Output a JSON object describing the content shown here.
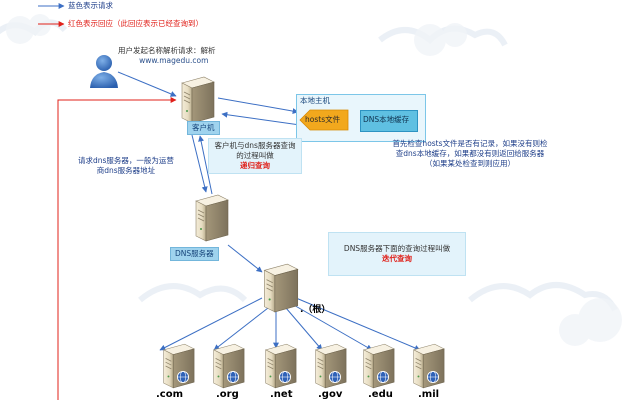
{
  "legend": {
    "blue_text": "蓝色表示请求",
    "red_text": "红色表示回应（此回应表示已经查询到）",
    "blue_color": "#3c6fc4",
    "red_color": "#e0201a"
  },
  "user_note": {
    "line1": "用户发起名称解析请求：解析",
    "line2": "www.magedu.com"
  },
  "client_label": "客户机",
  "local_host": {
    "title": "本地主机",
    "hosts_file": "hosts文件",
    "dns_cache": "DNS本地缓存"
  },
  "right_note": {
    "line1": "首先检查hosts文件是否有记录，如果没有则检",
    "line2": "查dns本地缓存，如果都没有则返回给服务器",
    "line3": "（如果某处检查到则应用）"
  },
  "recursive_note": {
    "line1": "客户机与dns服务器查询",
    "line2": "的过程叫做",
    "line3": "递归查询"
  },
  "left_note": {
    "line1": "请求dns服务器，一般为运营",
    "line2": "商dns服务器地址"
  },
  "dns_server_label": "DNS服务器",
  "iterative_note": {
    "line1": "DNS服务器下面的查询过程叫做",
    "line2": "迭代查询"
  },
  "root_label": ".（根）",
  "tlds": [
    ".com",
    ".org",
    ".net",
    ".gov",
    ".edu",
    ".mil"
  ]
}
